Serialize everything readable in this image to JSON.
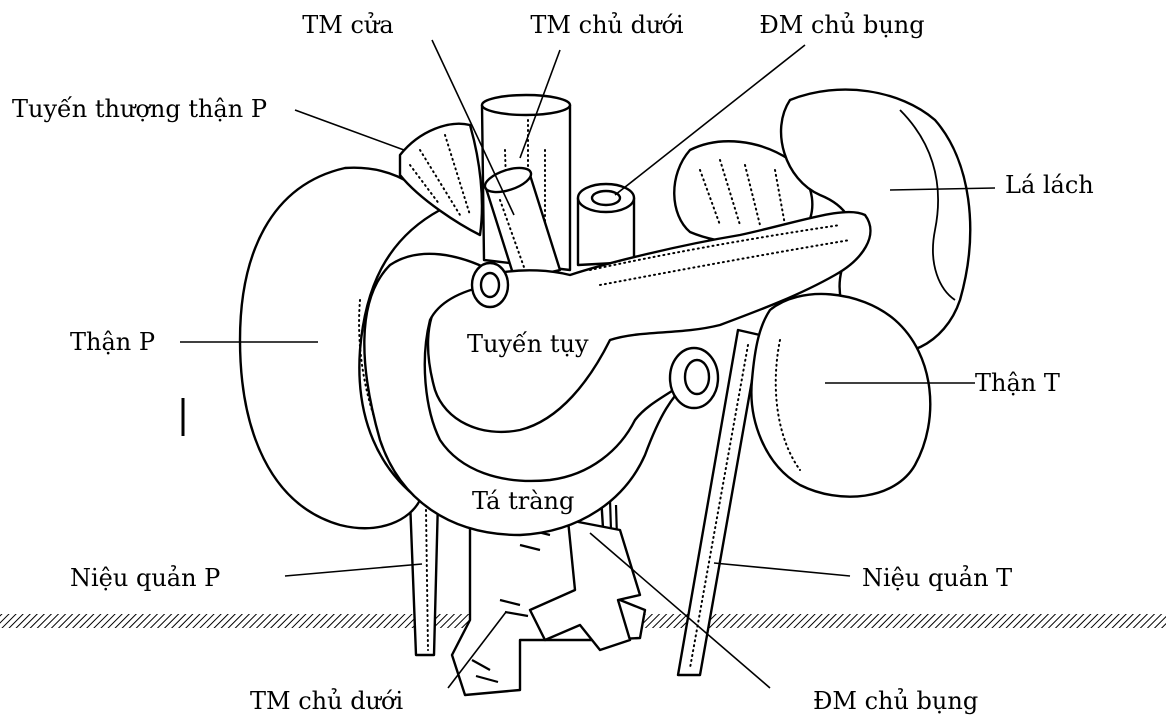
{
  "labels": {
    "portal_vein": "TM cửa",
    "ivc_top": "TM chủ dưới",
    "aorta_top": "ĐM chủ bụng",
    "right_adrenal": "Tuyến thượng thận P",
    "spleen": "Lá lách",
    "right_kidney": "Thận P",
    "pancreas": "Tuyến tụy",
    "left_kidney": "Thận T",
    "duodenum": "Tá tràng",
    "right_ureter": "Niệu quản P",
    "left_ureter": "Niệu quản T",
    "ivc_bottom": "TM chủ dưới",
    "aorta_bottom": "ĐM chủ bụng"
  }
}
